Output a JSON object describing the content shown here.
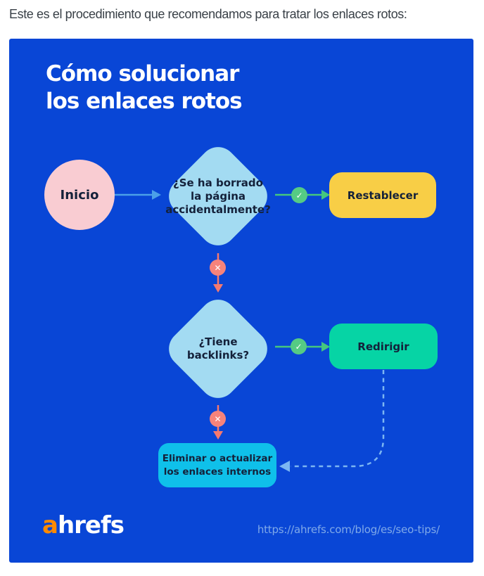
{
  "intro": {
    "text": "Este es el procedimiento que recomendamos para tratar los enlaces rotos:"
  },
  "infographic": {
    "title": "Cómo solucionar\nlos enlaces rotos",
    "nodes": {
      "start": {
        "label": "Inicio",
        "shape": "circle",
        "color": "#F9CCD2"
      },
      "decision1": {
        "label": "¿Se ha borrado\nla página\naccidentalmente?",
        "shape": "diamond",
        "color": "#A3DBF2"
      },
      "restablecer": {
        "label": "Restablecer",
        "shape": "rounded-rect",
        "color": "#F8CE46"
      },
      "decision2": {
        "label": "¿Tiene\nbacklinks?",
        "shape": "diamond",
        "color": "#A3DBF2"
      },
      "redirigir": {
        "label": "Redirigir",
        "shape": "rounded-rect",
        "color": "#06D4A5"
      },
      "eliminar": {
        "label": "Eliminar o actualizar\nlos enlaces internos",
        "shape": "rounded-rect",
        "color": "#0FC0EA"
      }
    },
    "icons": {
      "yes_icon": "✓",
      "no_icon": "✕"
    },
    "edges": [
      {
        "from": "start",
        "to": "decision1",
        "condition": ""
      },
      {
        "from": "decision1",
        "to": "restablecer",
        "condition": "yes"
      },
      {
        "from": "decision1",
        "to": "decision2",
        "condition": "no"
      },
      {
        "from": "decision2",
        "to": "redirigir",
        "condition": "yes"
      },
      {
        "from": "decision2",
        "to": "eliminar",
        "condition": "no"
      },
      {
        "from": "redirigir",
        "to": "eliminar",
        "condition": "dashed-return"
      }
    ],
    "colors": {
      "panel_bg": "#0946D6",
      "yes_green": "#45C77E",
      "yes_circle": "#55CB84",
      "no_red": "#F5796F",
      "no_circle": "#F6837B",
      "start_arrow": "#4BA0E8",
      "dashed_blue": "#7CB6F2",
      "text_dark": "#14213A",
      "logo_orange": "#FF8A00",
      "url_blue": "#7FA9E9"
    },
    "footer": {
      "logo_accent": "a",
      "logo_rest": "hrefs",
      "url": "https://ahrefs.com/blog/es/seo-tips/"
    }
  }
}
